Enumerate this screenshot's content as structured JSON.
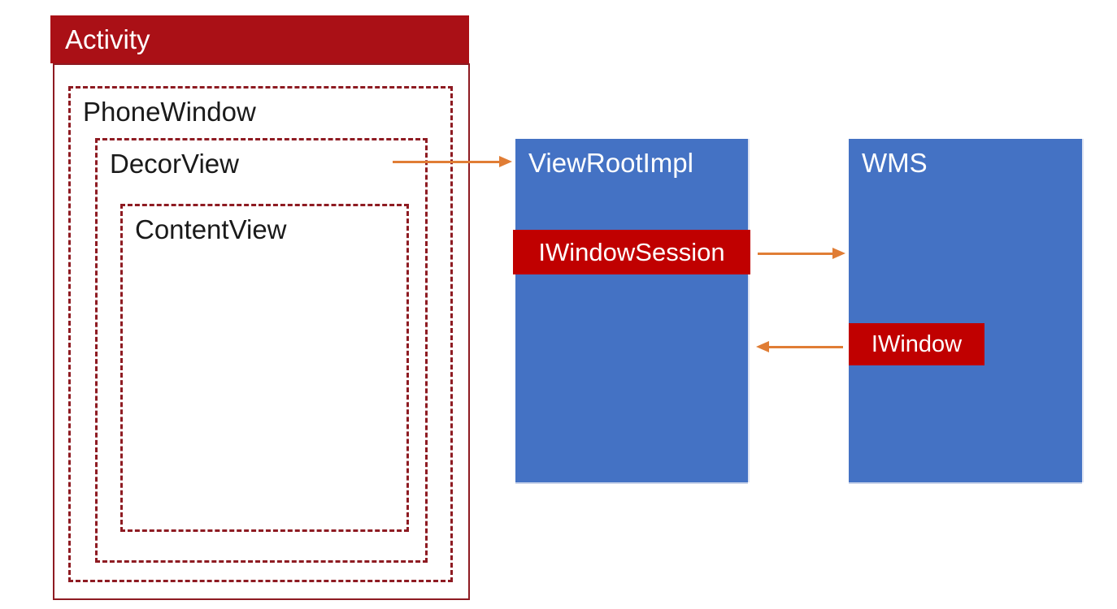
{
  "colors": {
    "page-bg": "#ffffff",
    "header-red": "#aa1016",
    "outline-red": "#8e1b22",
    "band-red": "#c00000",
    "box-blue": "#4472c4",
    "arrow-orange": "#e07d35",
    "label-dark": "#1a1a1a",
    "label-light": "#ffffff"
  },
  "activity": {
    "title": "Activity",
    "phone_window": {
      "label": "PhoneWindow",
      "decor_view": {
        "label": "DecorView",
        "content_view": {
          "label": "ContentView"
        }
      }
    }
  },
  "view_root_impl": {
    "title": "ViewRootImpl",
    "band": "IWindowSession"
  },
  "wms": {
    "title": "WMS",
    "band": "IWindow"
  },
  "arrows": {
    "decorview_to_viewrootimpl": {
      "from": "DecorView",
      "to": "ViewRootImpl",
      "direction": "right"
    },
    "iwindowsession_to_wms": {
      "from": "IWindowSession",
      "to": "WMS",
      "direction": "right"
    },
    "iwindow_to_viewrootimpl": {
      "from": "IWindow",
      "to": "ViewRootImpl",
      "direction": "left"
    }
  }
}
